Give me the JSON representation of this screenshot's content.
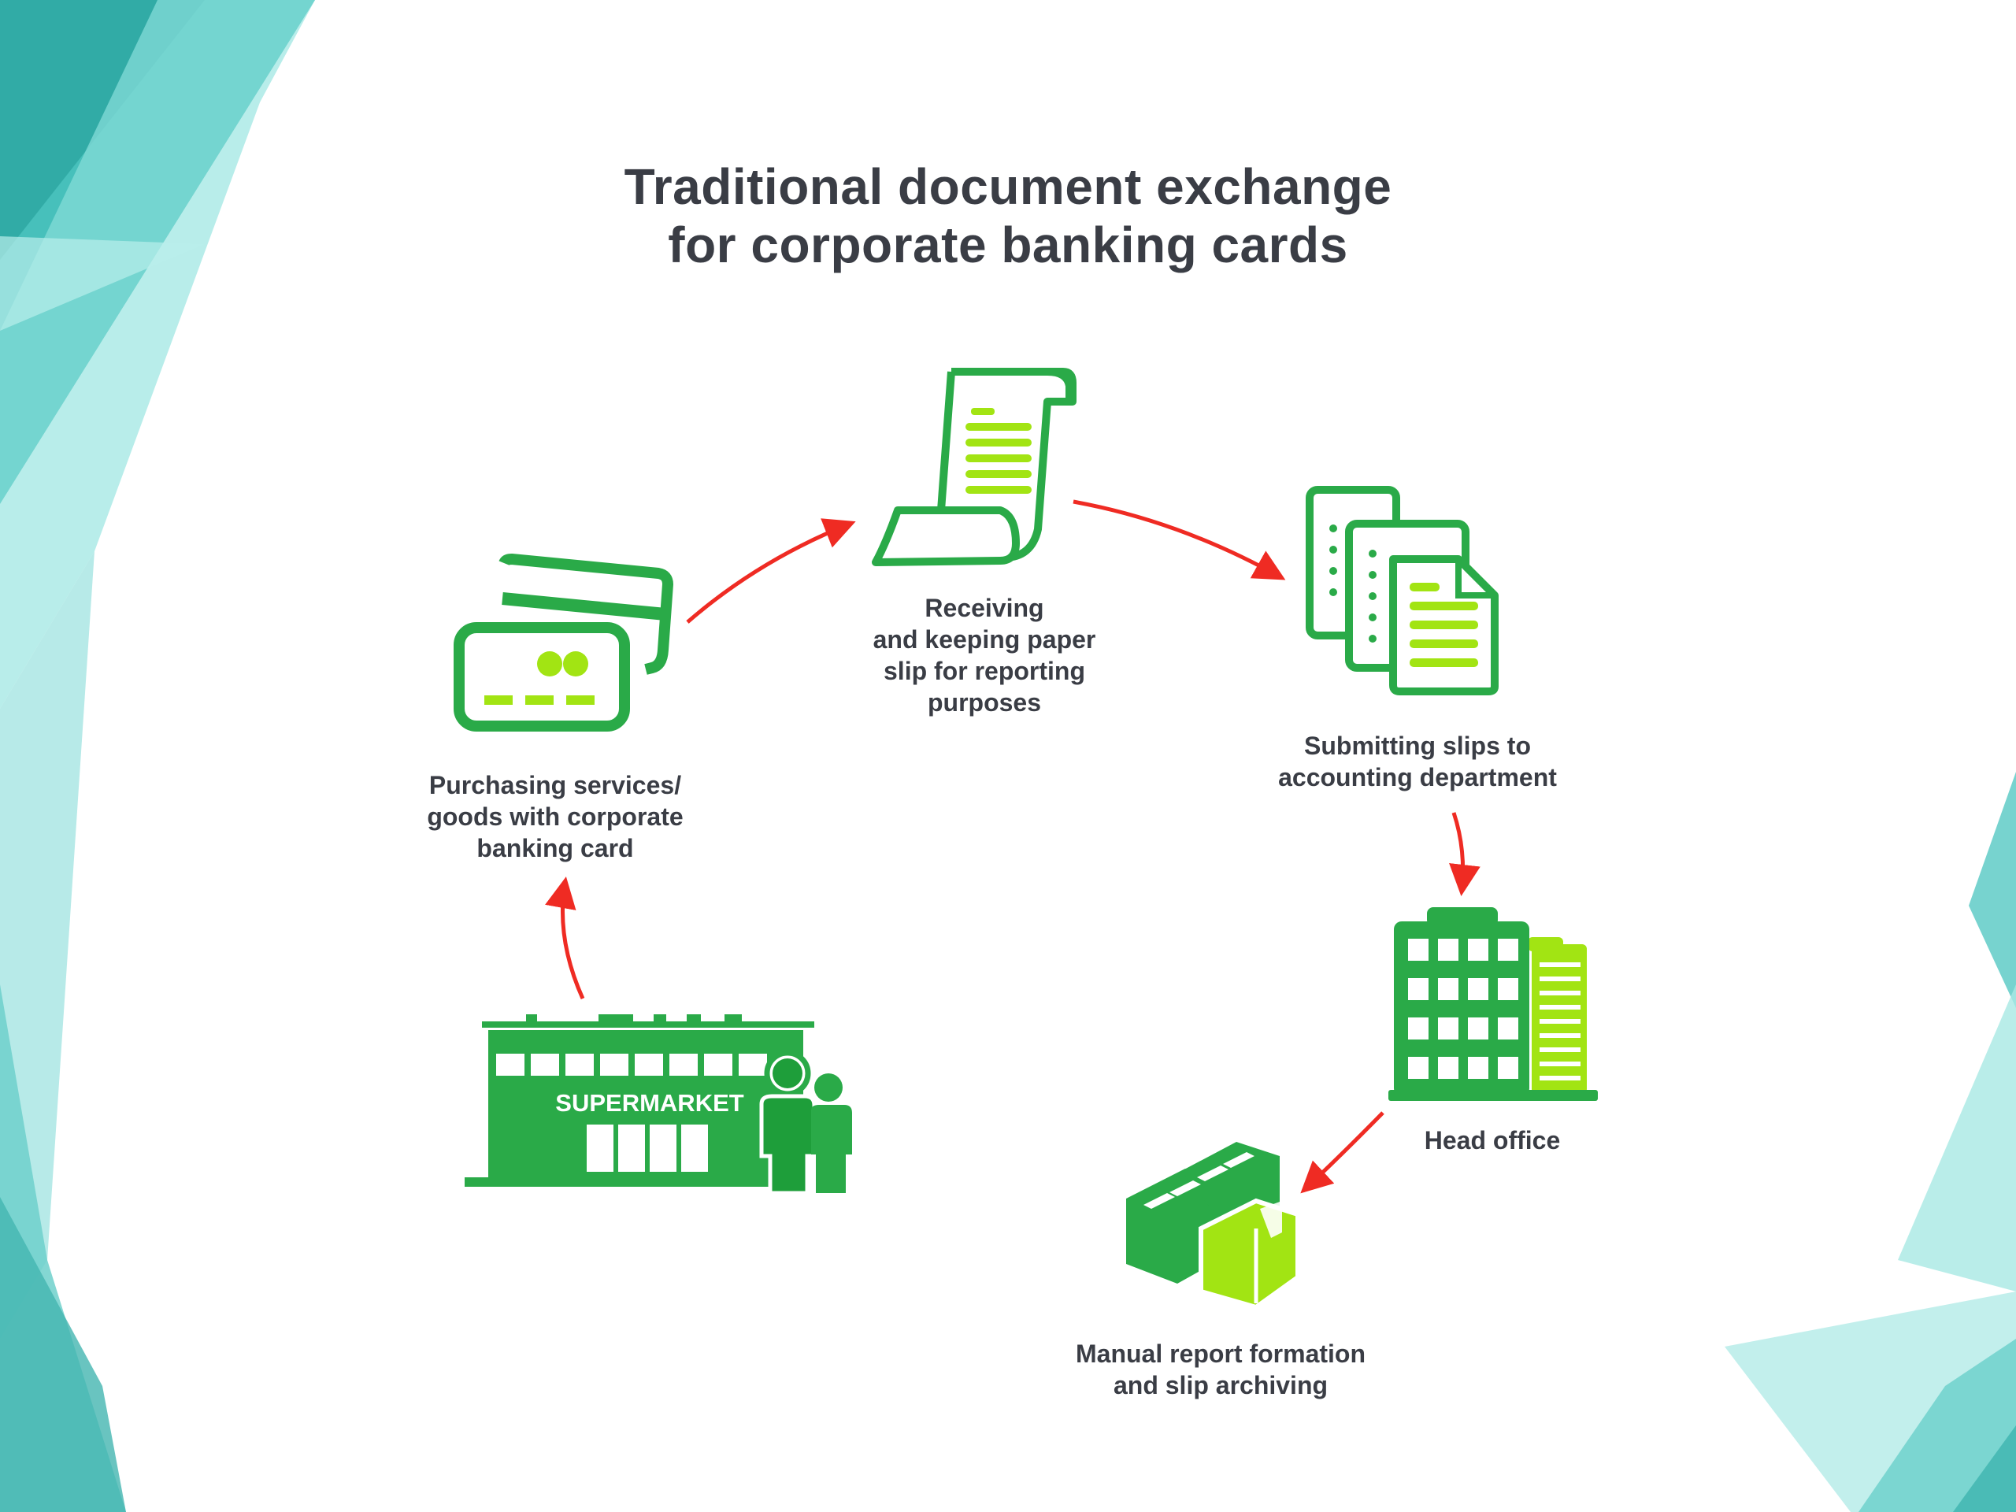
{
  "title_lines": [
    "Traditional document exchange",
    "for corporate banking cards"
  ],
  "colors": {
    "dark_green": "#2aaa48",
    "light_green": "#a2e413",
    "arrow": "#ef2b23",
    "text": "#3a3d45",
    "teal": "#5fcfca"
  },
  "steps": [
    {
      "icon": "credit-cards-icon",
      "lines": [
        "Purchasing services/",
        "goods with corporate",
        "banking card"
      ]
    },
    {
      "icon": "receipt-scroll-icon",
      "lines": [
        "Receiving",
        "and keeping paper",
        "slip for reporting",
        "purposes"
      ]
    },
    {
      "icon": "documents-stack-icon",
      "lines": [
        "Submitting slips to",
        "accounting department"
      ]
    },
    {
      "icon": "office-building-icon",
      "lines": [
        "Head office"
      ]
    },
    {
      "icon": "archive-boxes-icon",
      "lines": [
        "Manual report formation",
        "and slip archiving"
      ]
    }
  ],
  "supermarket": {
    "icon": "supermarket-icon",
    "sign": "SUPERMARKET"
  }
}
